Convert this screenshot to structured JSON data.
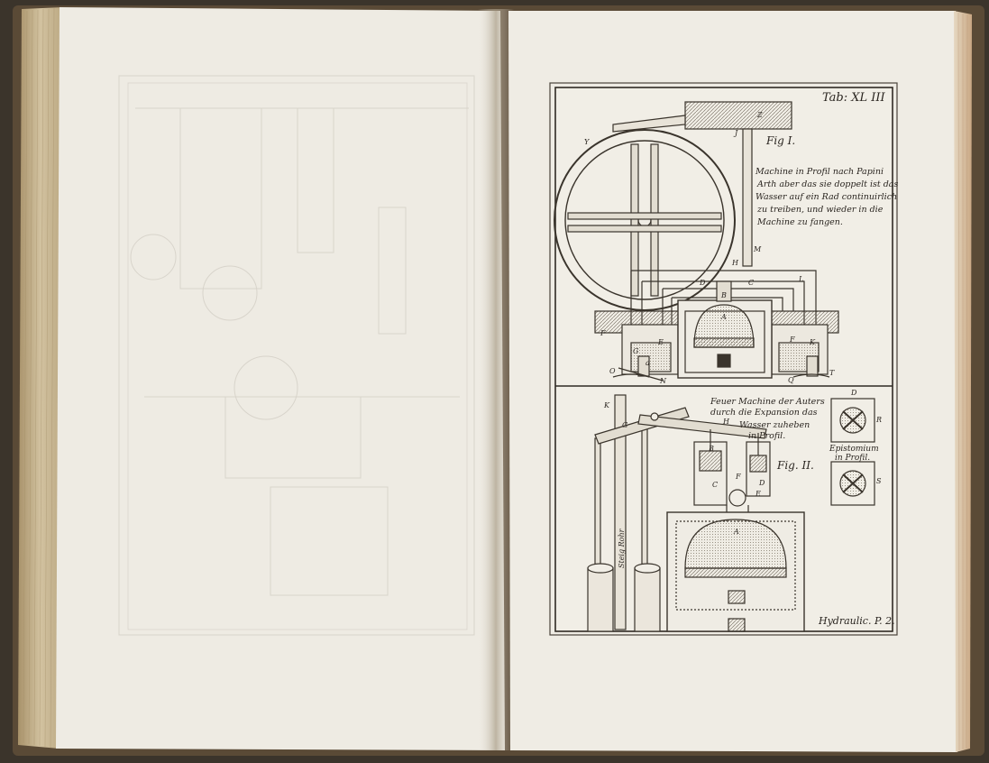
{
  "plate": {
    "number": "Tab: XL III",
    "footer": "Hydraulic. P. 2."
  },
  "figure_one": {
    "label": "Fig I.",
    "caption_lines": [
      "Machine in Profil nach Papini",
      "Arth aber das sie doppelt ist das",
      "Wasser auf ein Rad continuirlich",
      "zu treiben, und wieder in die",
      "Machine zu fangen."
    ],
    "letters": [
      "Y",
      "J",
      "Z",
      "M",
      "H",
      "D",
      "C",
      "L",
      "B",
      "A",
      "E",
      "F",
      "F",
      "K",
      "G",
      "a",
      "O",
      "N",
      "Q",
      "T"
    ]
  },
  "figure_two": {
    "label": "Fig. II.",
    "caption_lines": [
      "Feuer Machine der Auters",
      "durch die Expansion das",
      "Wasser zuheben",
      "in Profil."
    ],
    "detail_caption_lines": [
      "Epistomium",
      "in Profil."
    ],
    "pipe_label": "Steig Rohr",
    "letters": [
      "K",
      "G",
      "H",
      "B",
      "C",
      "F",
      "D",
      "E",
      "A",
      "D",
      "R",
      "S"
    ]
  }
}
